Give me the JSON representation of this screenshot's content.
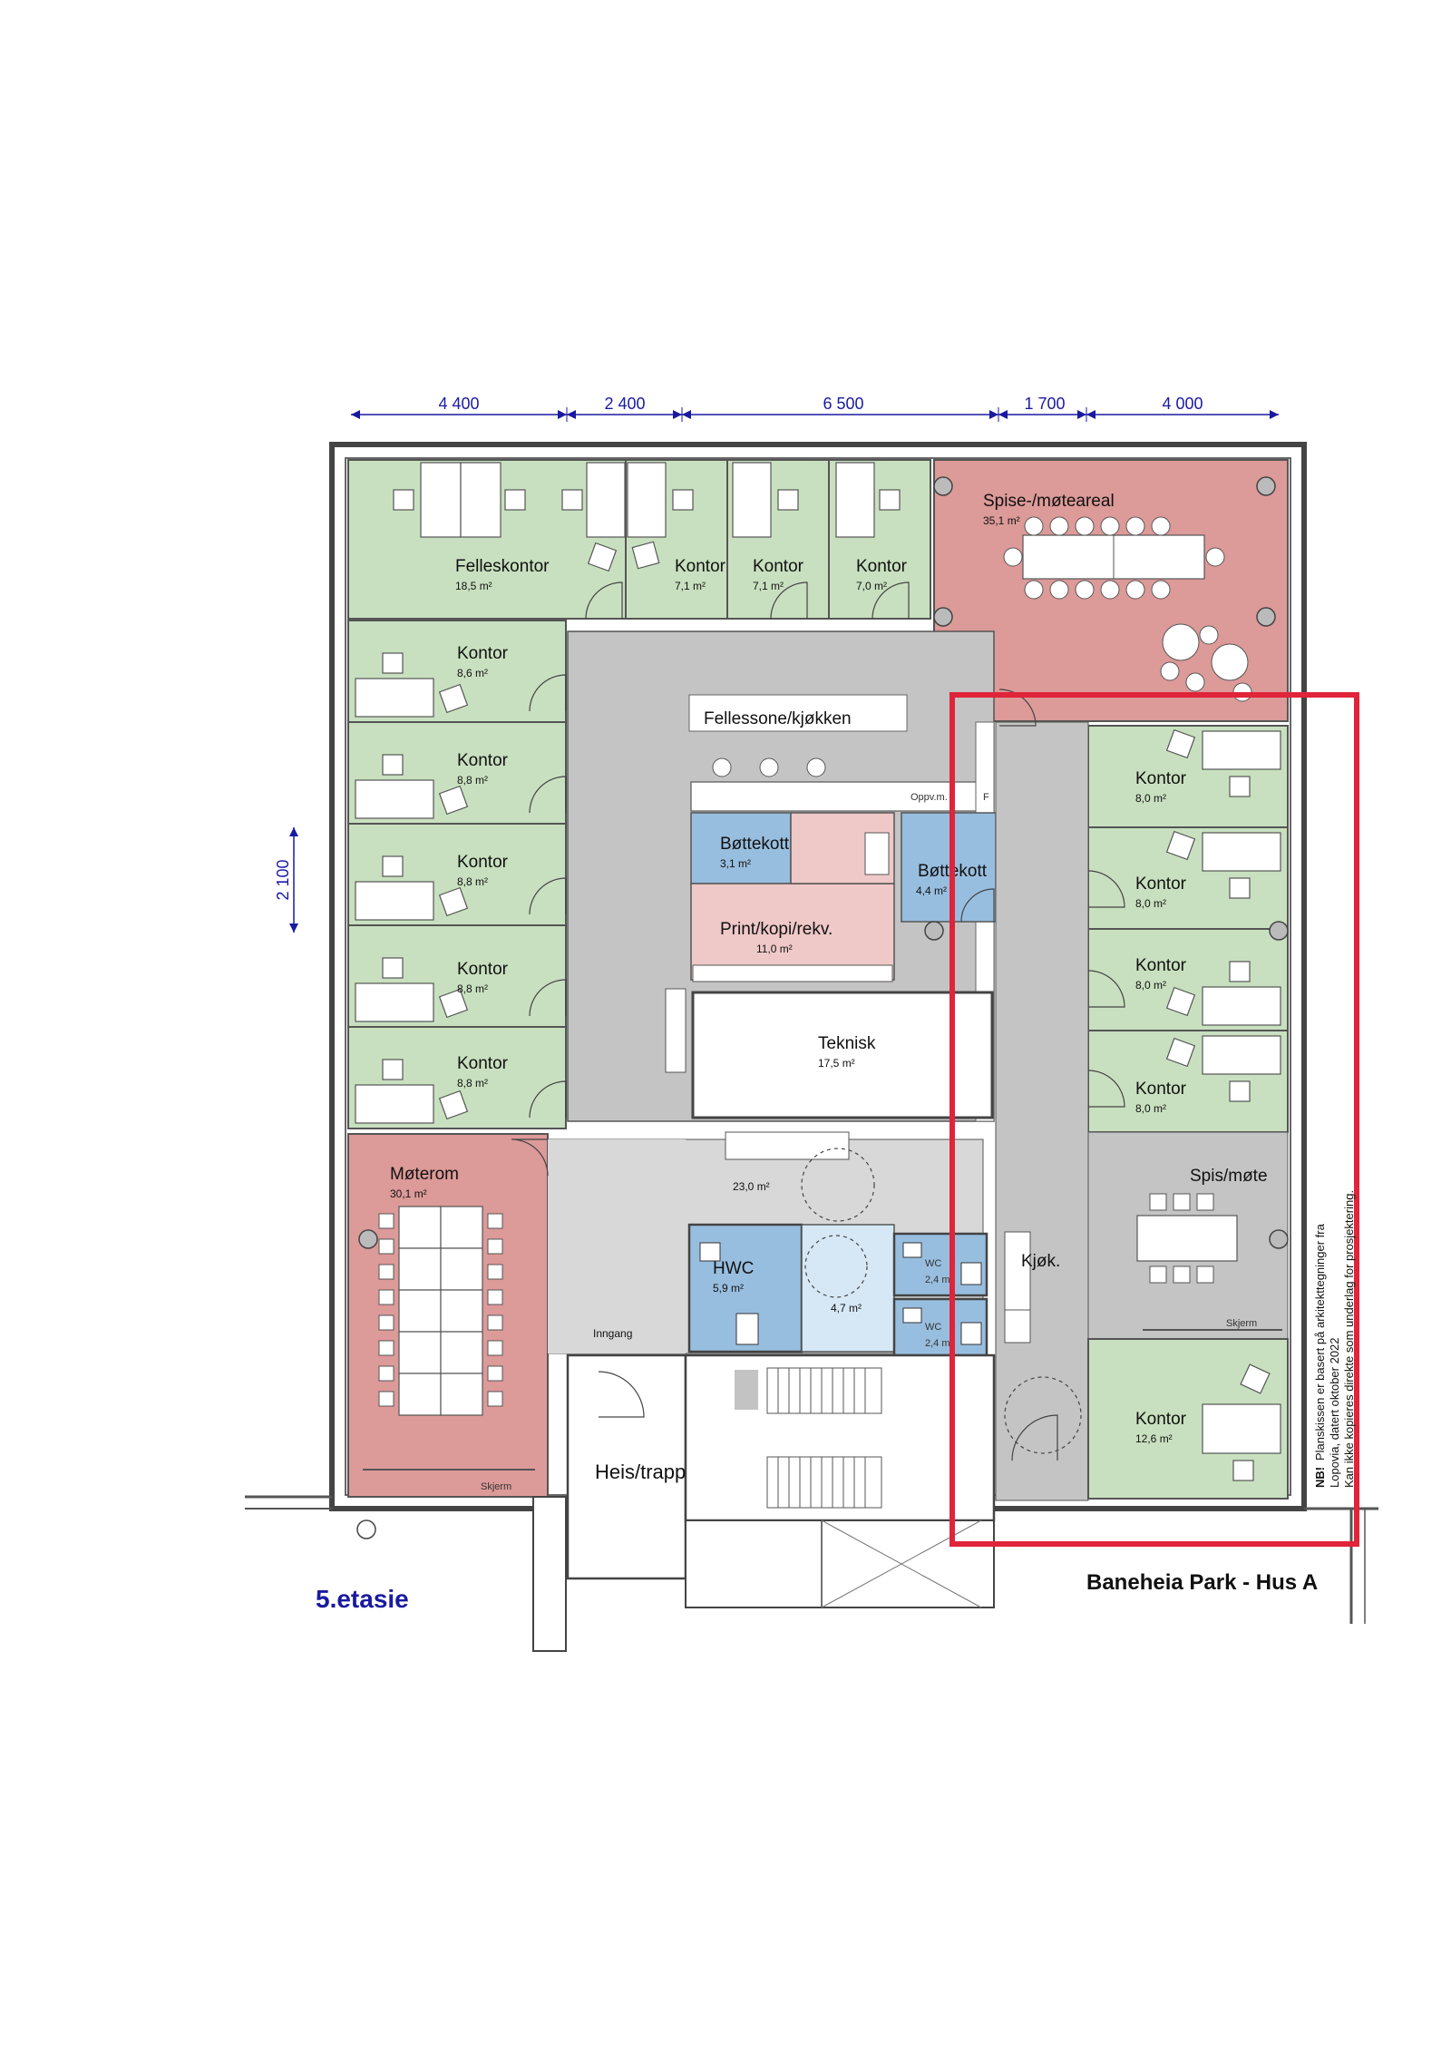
{
  "dimensions": {
    "top": [
      "4 400",
      "2 400",
      "6 500",
      "1 700",
      "4 000"
    ],
    "left": "2 100"
  },
  "rooms": {
    "felleskontor": {
      "name": "Felleskontor",
      "area": "18,5 m²"
    },
    "kontor_top1": {
      "name": "Kontor",
      "area": "7,1 m²"
    },
    "kontor_top2": {
      "name": "Kontor",
      "area": "7,1 m²"
    },
    "kontor_top3": {
      "name": "Kontor",
      "area": "7,0 m²"
    },
    "spise": {
      "name": "Spise-/møteareal",
      "area": "35,1 m²"
    },
    "kontor_l1": {
      "name": "Kontor",
      "area": "8,6 m²"
    },
    "kontor_l2": {
      "name": "Kontor",
      "area": "8,8 m²"
    },
    "kontor_l3": {
      "name": "Kontor",
      "area": "8,8 m²"
    },
    "kontor_l4": {
      "name": "Kontor",
      "area": "8,8 m²"
    },
    "kontor_l5": {
      "name": "Kontor",
      "area": "8,8 m²"
    },
    "fellessone": {
      "name": "Fellessone/kjøkken"
    },
    "bottekott1": {
      "name": "Bøttekott",
      "area": "3,1 m²"
    },
    "bottekott2": {
      "name": "Bøttekott",
      "area": "4,4 m²"
    },
    "print": {
      "name": "Print/kopi/rekv.",
      "area": "11,0 m²"
    },
    "teknisk": {
      "name": "Teknisk",
      "area": "17,5 m²"
    },
    "kontor_r1": {
      "name": "Kontor",
      "area": "8,0 m²"
    },
    "kontor_r2": {
      "name": "Kontor",
      "area": "8,0 m²"
    },
    "kontor_r3": {
      "name": "Kontor",
      "area": "8,0 m²"
    },
    "kontor_r4": {
      "name": "Kontor",
      "area": "8,0 m²"
    },
    "moterom": {
      "name": "Møterom",
      "area": "30,1 m²",
      "screen": "Skjerm"
    },
    "lobby": {
      "area": "23,0 m²"
    },
    "inngang": {
      "name": "Inngang"
    },
    "hwc": {
      "name": "HWC",
      "area": "5,9 m²"
    },
    "vestibyle": {
      "area": "4,7 m²"
    },
    "wc1": {
      "name": "WC",
      "area": "2,4 m²"
    },
    "wc2": {
      "name": "WC",
      "area": "2,4 m²"
    },
    "kjok": {
      "name": "Kjøk."
    },
    "spismote": {
      "name": "Spis/møte",
      "screen": "Skjerm"
    },
    "kontor_r5": {
      "name": "Kontor",
      "area": "12,6 m²"
    },
    "heis": {
      "name": "Heis/trapp"
    }
  },
  "labels": {
    "oppv": "Oppv.m.",
    "f": "F",
    "floor": "5.etasie",
    "building": "Baneheia Park - Hus A",
    "note_bold": "NB!",
    "note_line1": "Planskissen er basert på arkitekttegninger fra",
    "note_line2": "Lopovia, datert oktober 2022",
    "note_line3": "Kan ikke kopieres direkte som underlag for prosjektering."
  },
  "colors": {
    "office": "#c8e0bf",
    "meeting": "#dc9a98",
    "core": "#c4c4c4",
    "wet": "#98bedf",
    "print": "#efc8c8",
    "highlight": "#e0243a",
    "dim": "#1a1aa0"
  }
}
